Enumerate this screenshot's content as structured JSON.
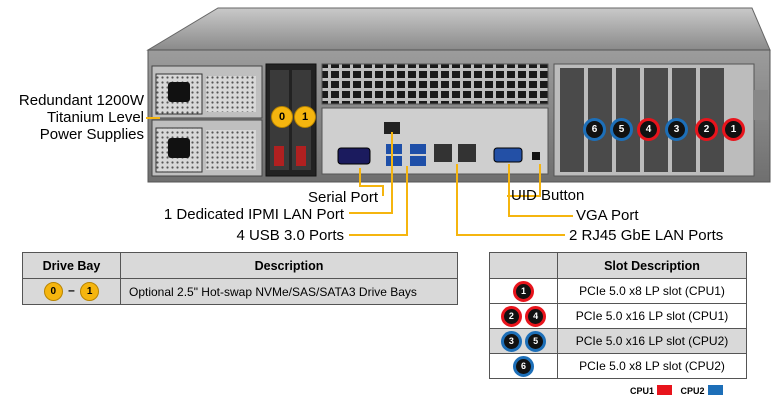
{
  "callouts": {
    "power": [
      "Redundant 1200W",
      "Titanium Level",
      "Power Supplies"
    ],
    "serial": "Serial Port",
    "ipmi": "1 Dedicated IPMI LAN Port",
    "usb": "4 USB 3.0 Ports",
    "uid": "UID Button",
    "vga": "VGA Port",
    "rj45": "2 RJ45 GbE LAN Ports"
  },
  "drive_bays": [
    "0",
    "1"
  ],
  "pcie_slots": [
    "6",
    "5",
    "4",
    "3",
    "2",
    "1"
  ],
  "drive_table": {
    "headers": [
      "Drive Bay",
      "Description"
    ],
    "row": {
      "bays": [
        "0",
        "1"
      ],
      "dash": "–",
      "description": "Optional 2.5\" Hot-swap NVMe/SAS/SATA3 Drive Bays"
    }
  },
  "slot_table": {
    "header": "Slot Description",
    "rows": [
      {
        "badges": [
          "1"
        ],
        "desc": "PCIe 5.0 x8 LP slot (CPU1)"
      },
      {
        "badges": [
          "2",
          "4"
        ],
        "desc": "PCIe 5.0 x16 LP slot (CPU1)"
      },
      {
        "badges": [
          "3",
          "5"
        ],
        "desc": "PCIe 5.0 x16 LP slot (CPU2)"
      },
      {
        "badges": [
          "6"
        ],
        "desc": "PCIe 5.0 x8 LP slot (CPU2)"
      }
    ]
  },
  "legend": {
    "cpu1": "CPU1",
    "cpu2": "CPU2",
    "cpu1_color": "#e8141c",
    "cpu2_color": "#1d6fb8"
  }
}
